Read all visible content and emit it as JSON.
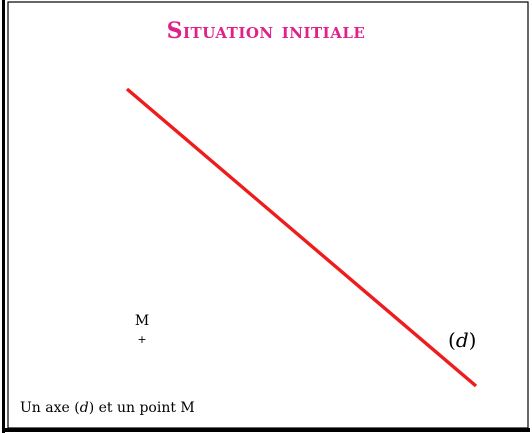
{
  "figure": {
    "title": "Situation initiale",
    "caption_prefix": "Un axe (",
    "caption_axis": "d",
    "caption_suffix": ") et un point M",
    "point_label": "M",
    "point_marker": "+",
    "axis_label_open": "(",
    "axis_label_name": "d",
    "axis_label_close": ")",
    "colors": {
      "title": "#e0218a",
      "axis_line": "#ee1c1c",
      "text": "#000000",
      "frame": "#000000"
    }
  }
}
